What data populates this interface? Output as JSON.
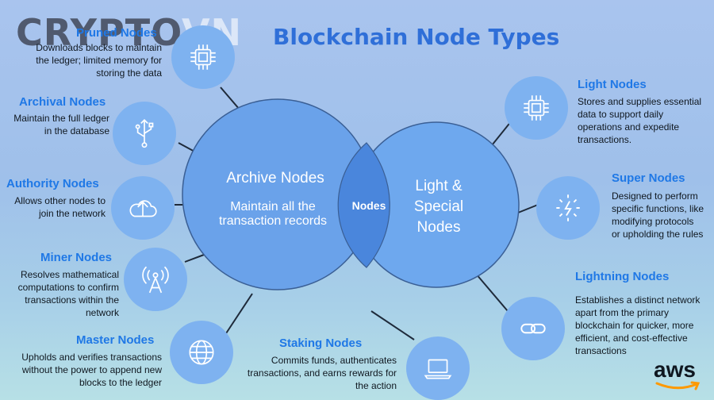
{
  "brand": {
    "logo_main": "CRYPTO",
    "logo_suffix": "VN"
  },
  "title": "Blockchain Node Types",
  "center": {
    "archive_title": "Archive Nodes",
    "archive_line1": "Maintain all the",
    "archive_line2": "transaction records",
    "overlap_label": "Nodes",
    "light_line1": "Light &",
    "light_line2": "Special",
    "light_line3": "Nodes"
  },
  "left_nodes": [
    {
      "title": "Pruned Nodes",
      "desc": [
        "Downloads blocks to maintain",
        "the ledger; limited memory for",
        "storing the data"
      ],
      "icon": "chip-icon"
    },
    {
      "title": "Archival Nodes",
      "desc": [
        "Maintain the full ledger",
        "in the database"
      ],
      "icon": "usb-icon"
    },
    {
      "title": "Authority Nodes",
      "desc": [
        "Allows other nodes to",
        "join the network"
      ],
      "icon": "cloud-upload-icon"
    },
    {
      "title": "Miner Nodes",
      "desc": [
        "Resolves  mathematical",
        "computations to confirm",
        "transactions within the",
        "network"
      ],
      "icon": "antenna-icon"
    },
    {
      "title": "Master Nodes",
      "desc": [
        "Upholds and verifies transactions",
        "without the power to append new",
        "blocks to the ledger"
      ],
      "icon": "globe-icon"
    }
  ],
  "bottom_node": {
    "title": "Staking Nodes",
    "desc": [
      "Commits funds, authenticates",
      "transactions, and earns rewards for",
      "the action"
    ],
    "icon": "laptop-icon"
  },
  "right_nodes": [
    {
      "title": "Light Nodes",
      "desc": [
        "Stores and supplies essential",
        "data to support daily",
        "operations and expedite",
        "transactions."
      ],
      "icon": "chip-icon"
    },
    {
      "title": "Super Nodes",
      "desc": [
        "Designed to perform",
        "specific functions, like",
        "modifying protocols",
        "or upholding the rules"
      ],
      "icon": "lightning-burst-icon"
    },
    {
      "title": "Lightning Nodes",
      "desc": [
        "Establishes a distinct network",
        "apart from the primary",
        "blockchain for quicker, more",
        "efficient, and cost-effective",
        "transactions"
      ],
      "icon": "link-icon"
    }
  ],
  "footer": {
    "aws_logo": "aws"
  },
  "colors": {
    "title_blue": "#2f6fd8",
    "node_title_blue": "#1f78e6",
    "circle_fill": "#6ea8ee",
    "overlap_fill": "#4a8ae0",
    "icon_fill": "#7eb2f0"
  }
}
